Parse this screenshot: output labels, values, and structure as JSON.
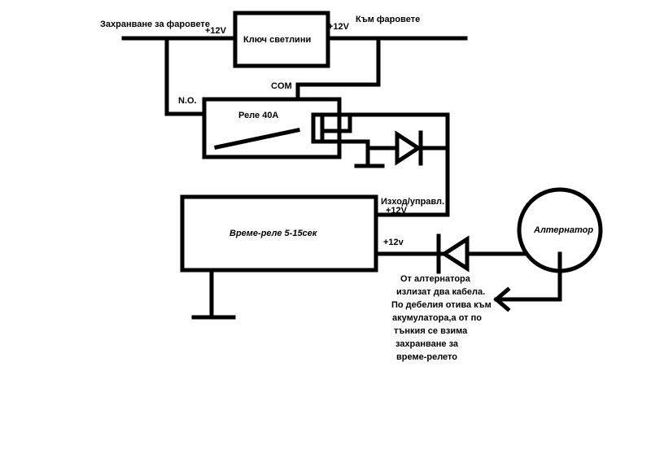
{
  "labels": {
    "supply_for_headlights": "Захранване за фаровете",
    "plus12_left": "+12V",
    "light_switch": "Ключ светлини",
    "plus12_right": "+12V",
    "to_headlights": "Към фаровете",
    "com": "COM",
    "no": "N.O.",
    "relay_40a": "Реле 40А",
    "output_control": "Изход/управл.",
    "plus12_output": "+12V",
    "time_relay": "Време-реле 5-15сек",
    "plus12_input": "+12v",
    "alternator": "Алтернатор"
  },
  "note": [
    "От алтернатора",
    "излизат два кабела.",
    "По дебелия отива към",
    "акумулатора,а от по",
    "тънкия се взима",
    "захранване за",
    "време-релето"
  ],
  "colors": {
    "line": "#000000",
    "background": "#ffffff"
  }
}
